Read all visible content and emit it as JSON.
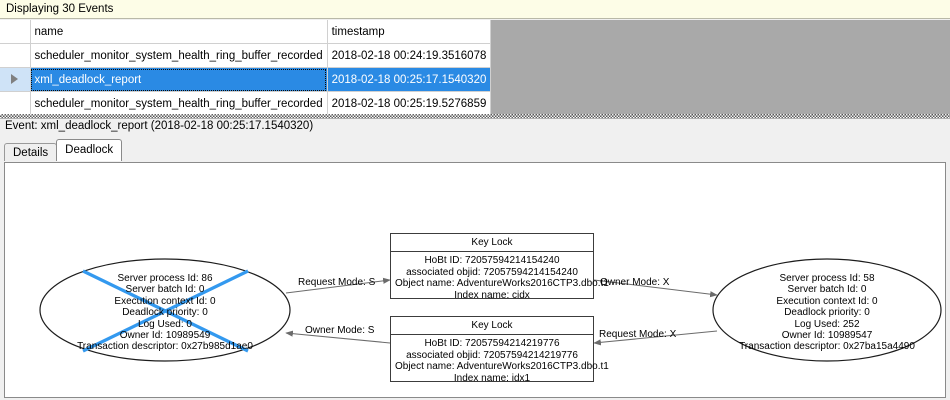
{
  "banner": {
    "text": "Displaying 30 Events"
  },
  "grid": {
    "columns": [
      "",
      "name",
      "timestamp"
    ],
    "rows": [
      {
        "selector": "",
        "name": "scheduler_monitor_system_health_ring_buffer_recorded",
        "timestamp": "2018-02-18 00:24:19.3516078",
        "selected": false
      },
      {
        "selector": "row-arrow",
        "name": "xml_deadlock_report",
        "timestamp": "2018-02-18 00:25:17.1540320",
        "selected": true
      },
      {
        "selector": "",
        "name": "scheduler_monitor_system_health_ring_buffer_recorded",
        "timestamp": "2018-02-18 00:25:19.5276859",
        "selected": false
      }
    ]
  },
  "event_caption": "Event: xml_deadlock_report (2018-02-18 00:25:17.1540320)",
  "tabs": [
    {
      "label": "Details",
      "active": false
    },
    {
      "label": "Deadlock",
      "active": true
    }
  ],
  "deadlock_graph": {
    "victim_marker_color": "#3399ef",
    "processes": [
      {
        "id": "process-left",
        "victim": true,
        "lines": [
          "Server process Id: 86",
          "Server batch Id: 0",
          "Execution context Id: 0",
          "Deadlock priority: 0",
          "Log Used: 0",
          "Owner Id: 10989549",
          "Transaction descriptor: 0x27b985d1ae0"
        ]
      },
      {
        "id": "process-right",
        "victim": false,
        "lines": [
          "Server process Id: 58",
          "Server batch Id: 0",
          "Execution context Id: 0",
          "Deadlock priority: 0",
          "Log Used: 252",
          "Owner Id: 10989547",
          "Transaction descriptor: 0x27ba15a4490"
        ]
      }
    ],
    "resources": [
      {
        "id": "keylock-top",
        "title": "Key Lock",
        "lines": [
          "HoBt ID: 72057594214154240",
          "associated objid: 72057594214154240",
          "Object name: AdventureWorks2016CTP3.dbo.t1",
          "Index name: cidx"
        ]
      },
      {
        "id": "keylock-bottom",
        "title": "Key Lock",
        "lines": [
          "HoBt ID: 72057594214219776",
          "associated objid: 72057594214219776",
          "Object name: AdventureWorks2016CTP3.dbo.t1",
          "Index name: idx1"
        ]
      }
    ],
    "edges": [
      {
        "id": "edge-left-request",
        "label": "Request Mode: S"
      },
      {
        "id": "edge-right-owner",
        "label": "Owner Mode: X"
      },
      {
        "id": "edge-left-owner",
        "label": "Owner Mode: S"
      },
      {
        "id": "edge-right-request",
        "label": "Request Mode: X"
      }
    ]
  }
}
